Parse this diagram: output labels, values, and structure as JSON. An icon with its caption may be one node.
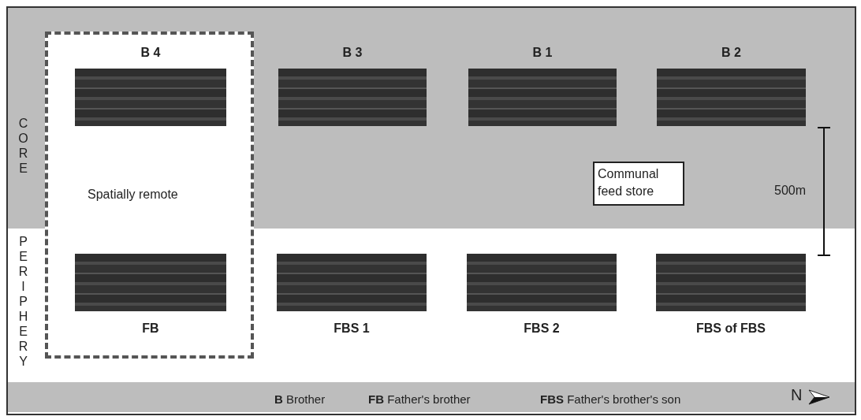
{
  "diagram": {
    "nodes": [
      {
        "text": [
          "Spatially remote"
        ]
      },
      {
        "text": [
          "B 4"
        ],
        "in": 0
      },
      {
        "text": [
          "B 3"
        ]
      },
      {
        "text": [
          "B 1"
        ]
      },
      {
        "text": [
          "B 2"
        ]
      },
      {
        "text": [
          "Communal feed store"
        ]
      },
      {
        "text": [
          "FB"
        ],
        "in": 0
      },
      {
        "text": [
          "FBS 1"
        ]
      },
      {
        "text": [
          "FBS 2"
        ]
      },
      {
        "text": [
          "FBS of FBS"
        ]
      }
    ],
    "edges": [],
    "labels": [
      "CORE",
      "PERIPHERY",
      "500m",
      "**B** Brother",
      "**FB** Father's brother",
      "**FBS** Father's brother's son",
      "N"
    ]
  }
}
